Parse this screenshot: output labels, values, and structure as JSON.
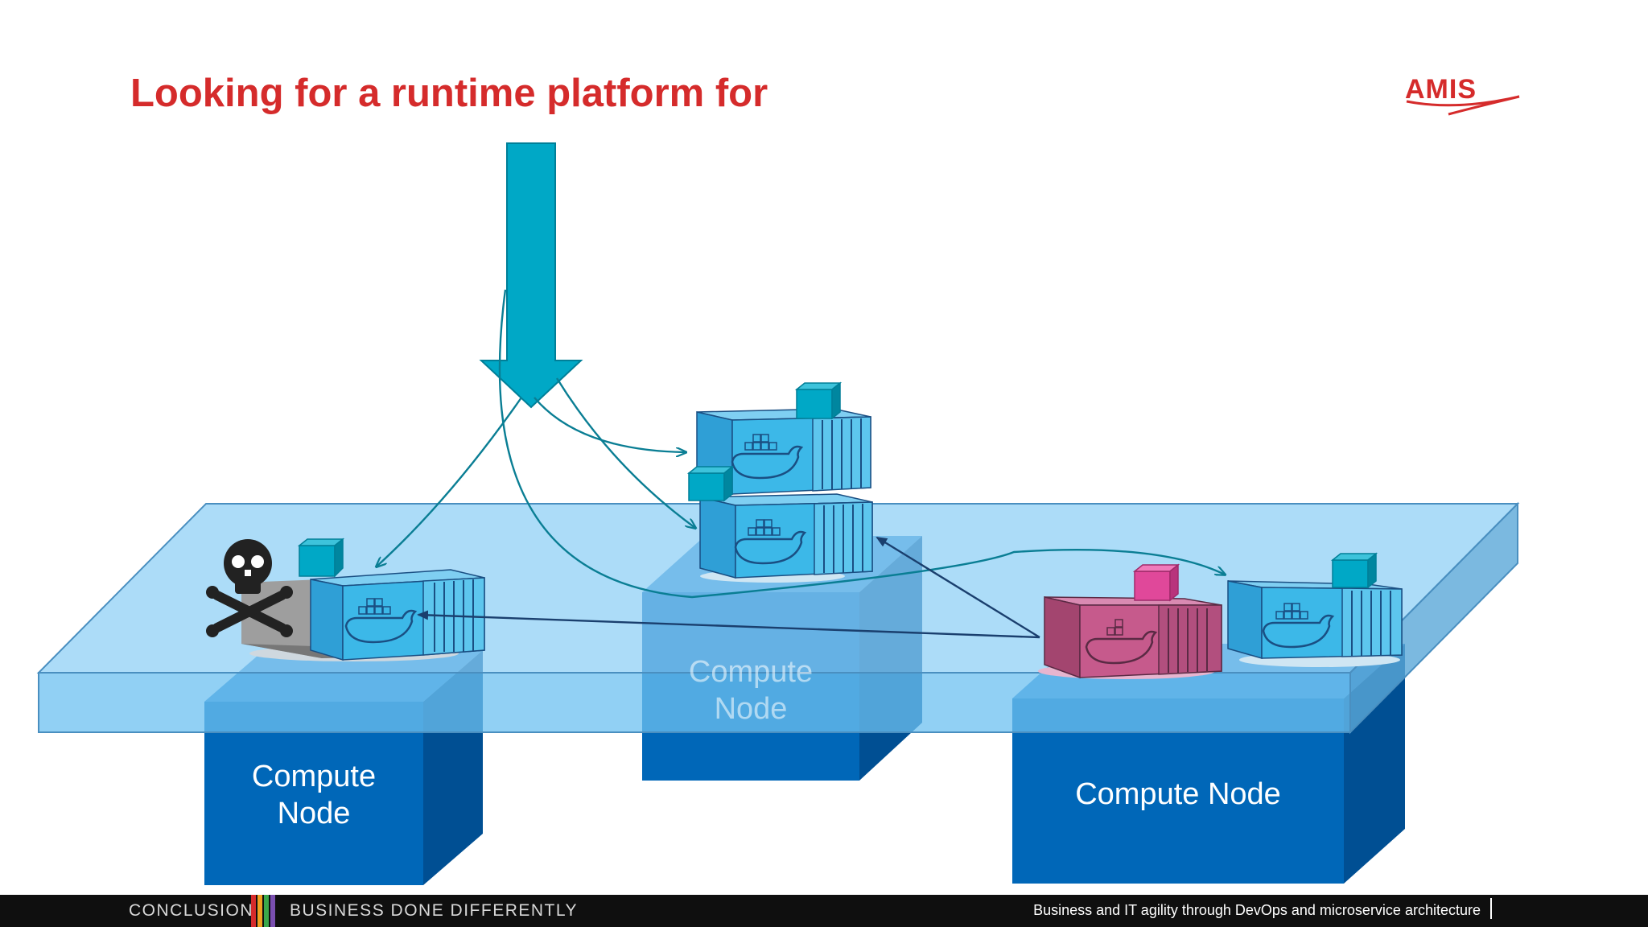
{
  "slide": {
    "title": "Looking for a runtime platform for"
  },
  "logo": {
    "text": "AMIS"
  },
  "diagram": {
    "nodes": [
      {
        "label": "Compute\nNode"
      },
      {
        "label": "Compute\nNode"
      },
      {
        "label": "Compute Node"
      }
    ]
  },
  "footer": {
    "section": "CONCLUSION",
    "slogan": "BUSINESS DONE DIFFERENTLY",
    "tagline": "Business and IT agility through DevOps and microservice architecture"
  },
  "colors": {
    "title_red": "#d52b2b",
    "arrow_teal": "#00a8c6",
    "node_blue": "#0067b8",
    "platform_blue": "#8ccff5",
    "container_blue": "#3cb8e8",
    "container_pink": "#c65a8c"
  }
}
